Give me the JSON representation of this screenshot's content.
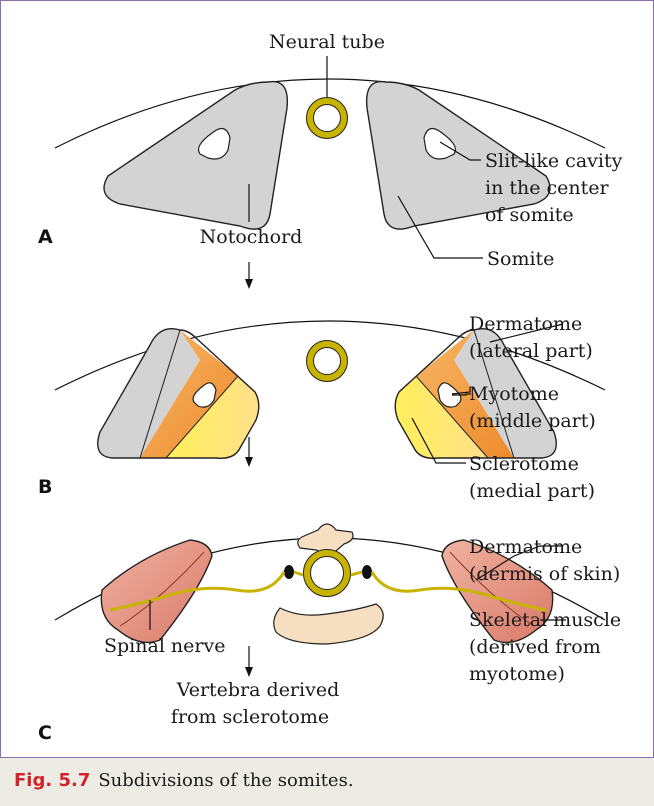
{
  "panel_a": {
    "letter": "A",
    "neural_tube": "Neural tube",
    "notochord": "Notochord",
    "cavity_line1": "Slit-like cavity",
    "cavity_line2": "in the center",
    "cavity_line3": "of somite",
    "somite": "Somite"
  },
  "panel_b": {
    "letter": "B",
    "dermatome": "Dermatome",
    "dermatome_sub": "(lateral part)",
    "myotome": "Myotome",
    "myotome_sub": "(middle part)",
    "sclerotome": "Sclerotome",
    "sclerotome_sub": "(medial part)"
  },
  "panel_c": {
    "letter": "C",
    "dermatome": "Dermatome",
    "dermatome_sub": "(dermis of skin)",
    "muscle": "Skeletal muscle",
    "muscle_sub1": "(derived from",
    "muscle_sub2": "myotome)",
    "spinal_nerve": "Spinal nerve",
    "vertebra_line1": "Vertebra derived",
    "vertebra_line2": "from sclerotome"
  },
  "caption": {
    "number": "Fig. 5.7",
    "text": "Subdivisions of the somites."
  },
  "colors": {
    "frame": "#8a6fa8",
    "somite_gray": "#d3d3d3",
    "myotome_orange": "#f39a3c",
    "sclerotome_yellow": "#fff26a",
    "neural_tube": "#c8b400",
    "notochord": "#c7a0d8",
    "muscle_pink": "#e79a8a",
    "vertebra_beige": "#f6dfc0",
    "figure_number": "#d2232a"
  }
}
